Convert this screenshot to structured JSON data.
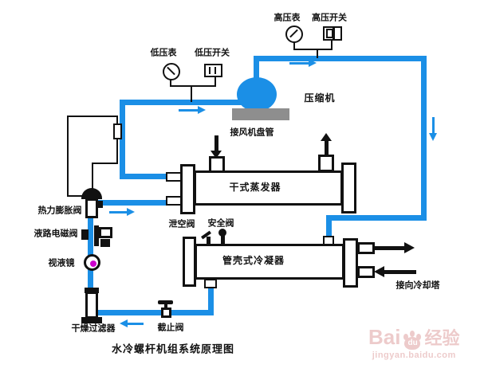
{
  "labels": {
    "low_gauge": "低压表",
    "low_switch": "低压开关",
    "high_gauge": "高压表",
    "high_switch": "高压开关",
    "compressor": "压缩机",
    "fan_coil": "接风机盘管",
    "evaporator": "干式蒸发器",
    "purge_valve": "泄空阀",
    "safety_valve": "安全阀",
    "condenser": "管壳式冷凝器",
    "expansion_valve": "热力膨胀阀",
    "solenoid_valve": "液路电磁阀",
    "sight_glass": "视液镜",
    "filter_drier": "干燥过滤器",
    "stop_valve": "截止阀",
    "cooling_tower": "接向冷却塔",
    "title": "水冷螺杆机组系统原理图"
  },
  "watermark": {
    "bai": "Bai",
    "du": "du",
    "suffix": "经验",
    "url": "jingyan.baidu.com"
  },
  "colors": {
    "pipe_blue": "#1b8fe6",
    "sight_glass_magenta": "#cc00cc",
    "compressor_base_gray": "#8e8e8e",
    "watermark_pink": "#e2a9a9"
  }
}
